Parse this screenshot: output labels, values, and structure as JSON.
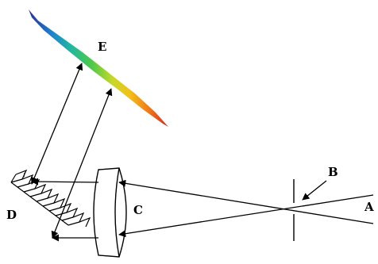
{
  "labels": {
    "a": "A",
    "b": "B",
    "c": "C",
    "d": "D",
    "e": "E"
  },
  "colors": {
    "ink": "#000000",
    "spectrum": [
      "#2a2f8f",
      "#1f7fd1",
      "#22b6a3",
      "#4cc84a",
      "#c6d82a",
      "#f2c21b",
      "#f07a18",
      "#d3291b"
    ]
  }
}
